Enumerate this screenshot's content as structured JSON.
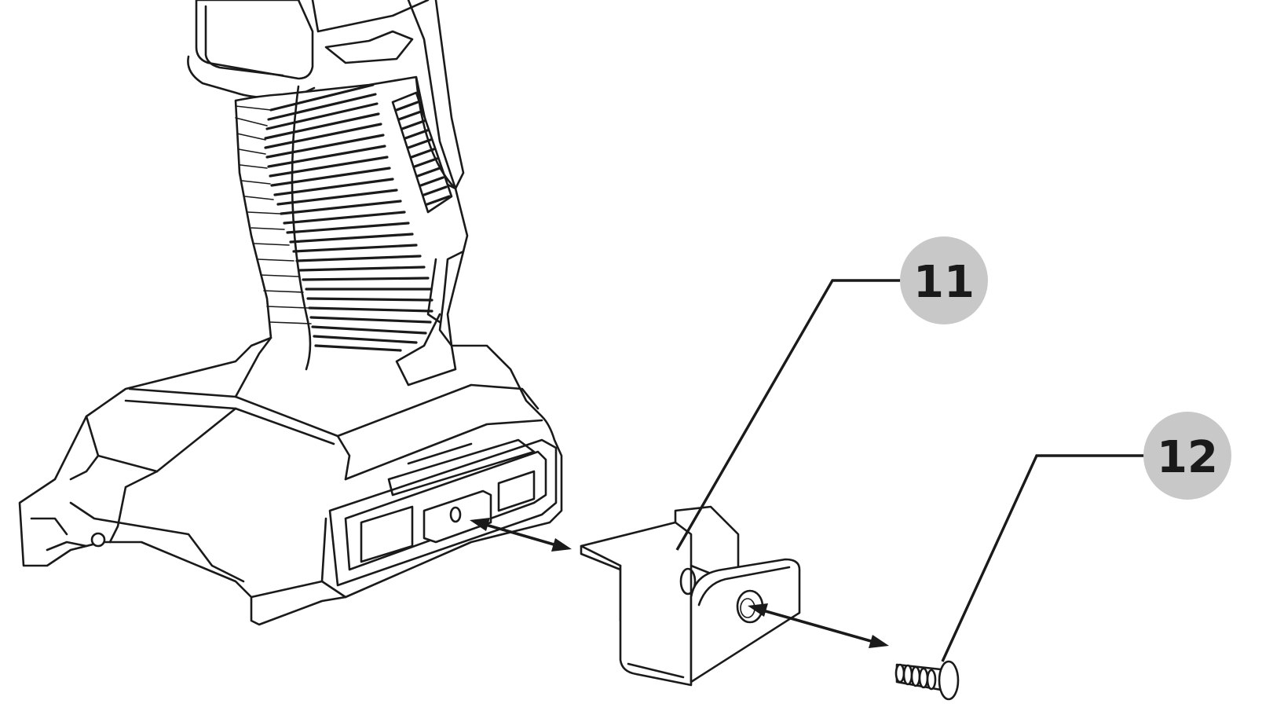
{
  "callouts": [
    {
      "id": "11",
      "label": "11"
    },
    {
      "id": "12",
      "label": "12"
    }
  ],
  "colors": {
    "line": "#1a1a1a",
    "callout_fill": "#c8c8c8",
    "background": "#ffffff"
  }
}
